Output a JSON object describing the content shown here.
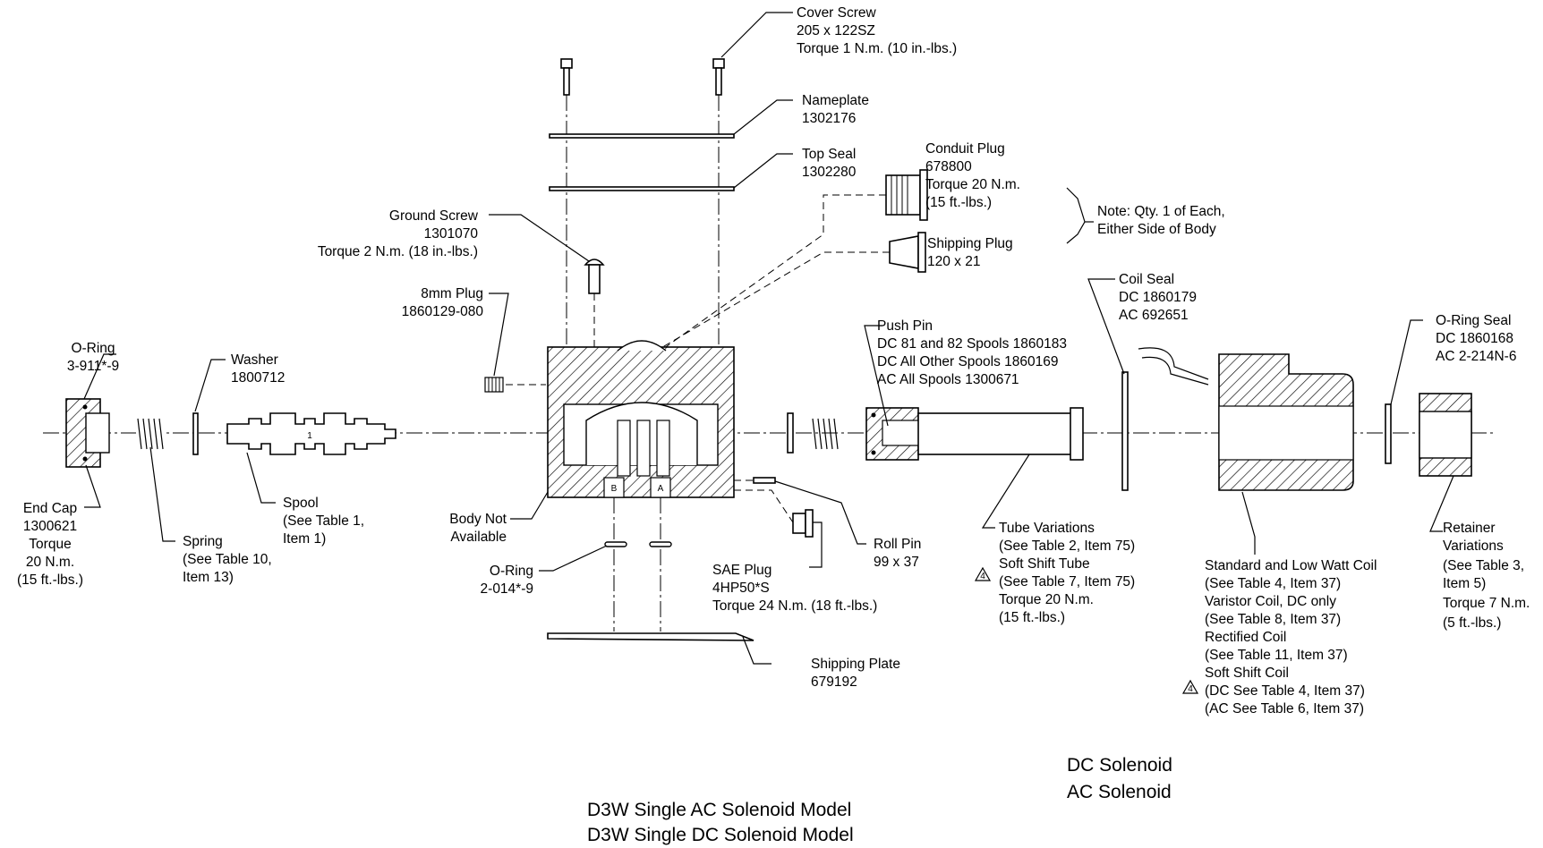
{
  "labels": {
    "cover_screw": [
      "Cover Screw",
      "205 x 122SZ",
      "Torque 1 N.m. (10 in.-lbs.)"
    ],
    "nameplate": [
      "Nameplate",
      "1302176"
    ],
    "top_seal": [
      "Top Seal",
      "1302280"
    ],
    "conduit_plug": [
      "Conduit Plug",
      "678800",
      "Torque 20 N.m.",
      "(15 ft.-lbs.)"
    ],
    "shipping_plug": [
      "Shipping Plug",
      "120 x 21"
    ],
    "note": [
      "Note: Qty. 1 of Each,",
      "Either Side of Body"
    ],
    "ground_screw": [
      "Ground Screw",
      "1301070",
      "Torque 2 N.m. (18 in.-lbs.)"
    ],
    "plug_8mm": [
      "8mm Plug",
      "1860129-080"
    ],
    "coil_seal": [
      "Coil Seal",
      "DC 1860179",
      "AC 692651"
    ],
    "push_pin": [
      "Push Pin",
      "DC 81 and 82 Spools 1860183",
      "DC All Other Spools 1860169",
      "AC All Spools 1300671"
    ],
    "oring_seal": [
      "O-Ring Seal",
      "DC 1860168",
      "AC 2-214N-6"
    ],
    "oring_left": [
      "O-Ring",
      "3-911*-9"
    ],
    "washer": [
      "Washer",
      "1800712"
    ],
    "end_cap": [
      "End Cap",
      "1300621",
      "Torque",
      "20 N.m.",
      "(15 ft.-lbs.)"
    ],
    "spring": [
      "Spring",
      "(See Table 10,",
      "Item 13)"
    ],
    "spool": [
      "Spool",
      "(See Table 1,",
      "Item 1)"
    ],
    "body": [
      "Body Not",
      "Available"
    ],
    "oring_bottom": [
      "O-Ring",
      "2-014*-9"
    ],
    "sae_plug": [
      "SAE Plug",
      "4HP50*S",
      "Torque 24 N.m. (18 ft.-lbs.)"
    ],
    "roll_pin": [
      "Roll Pin",
      "99 x 37"
    ],
    "tube": [
      "Tube Variations",
      "(See Table 2, Item 75)",
      "Soft Shift Tube",
      "(See Table 7, Item 75)",
      "Torque 20 N.m.",
      "(15 ft.-lbs.)"
    ],
    "coil": [
      "Standard and Low Watt Coil",
      "(See Table 4, Item 37)",
      "Varistor Coil, DC only",
      "(See Table 8, Item 37)",
      "Rectified Coil",
      "(See Table 11, Item 37)",
      "Soft Shift Coil",
      "(DC See Table 4, Item 37)",
      "(AC See Table 6, Item 37)"
    ],
    "retainer": [
      "Retainer",
      "Variations",
      "(See Table 3,",
      "Item 5)",
      "Torque 7 N.m.",
      "(5 ft.-lbs.)"
    ],
    "shipping_plate": [
      "Shipping Plate",
      "679192"
    ]
  },
  "markers": {
    "revision": "4",
    "port_b": "B",
    "port_a": "A",
    "spool_mark": "1"
  },
  "titles": {
    "solenoid_types": [
      "DC Solenoid",
      "AC Solenoid"
    ],
    "models": [
      "D3W Single AC Solenoid Model",
      "D3W Single DC Solenoid Model"
    ]
  }
}
